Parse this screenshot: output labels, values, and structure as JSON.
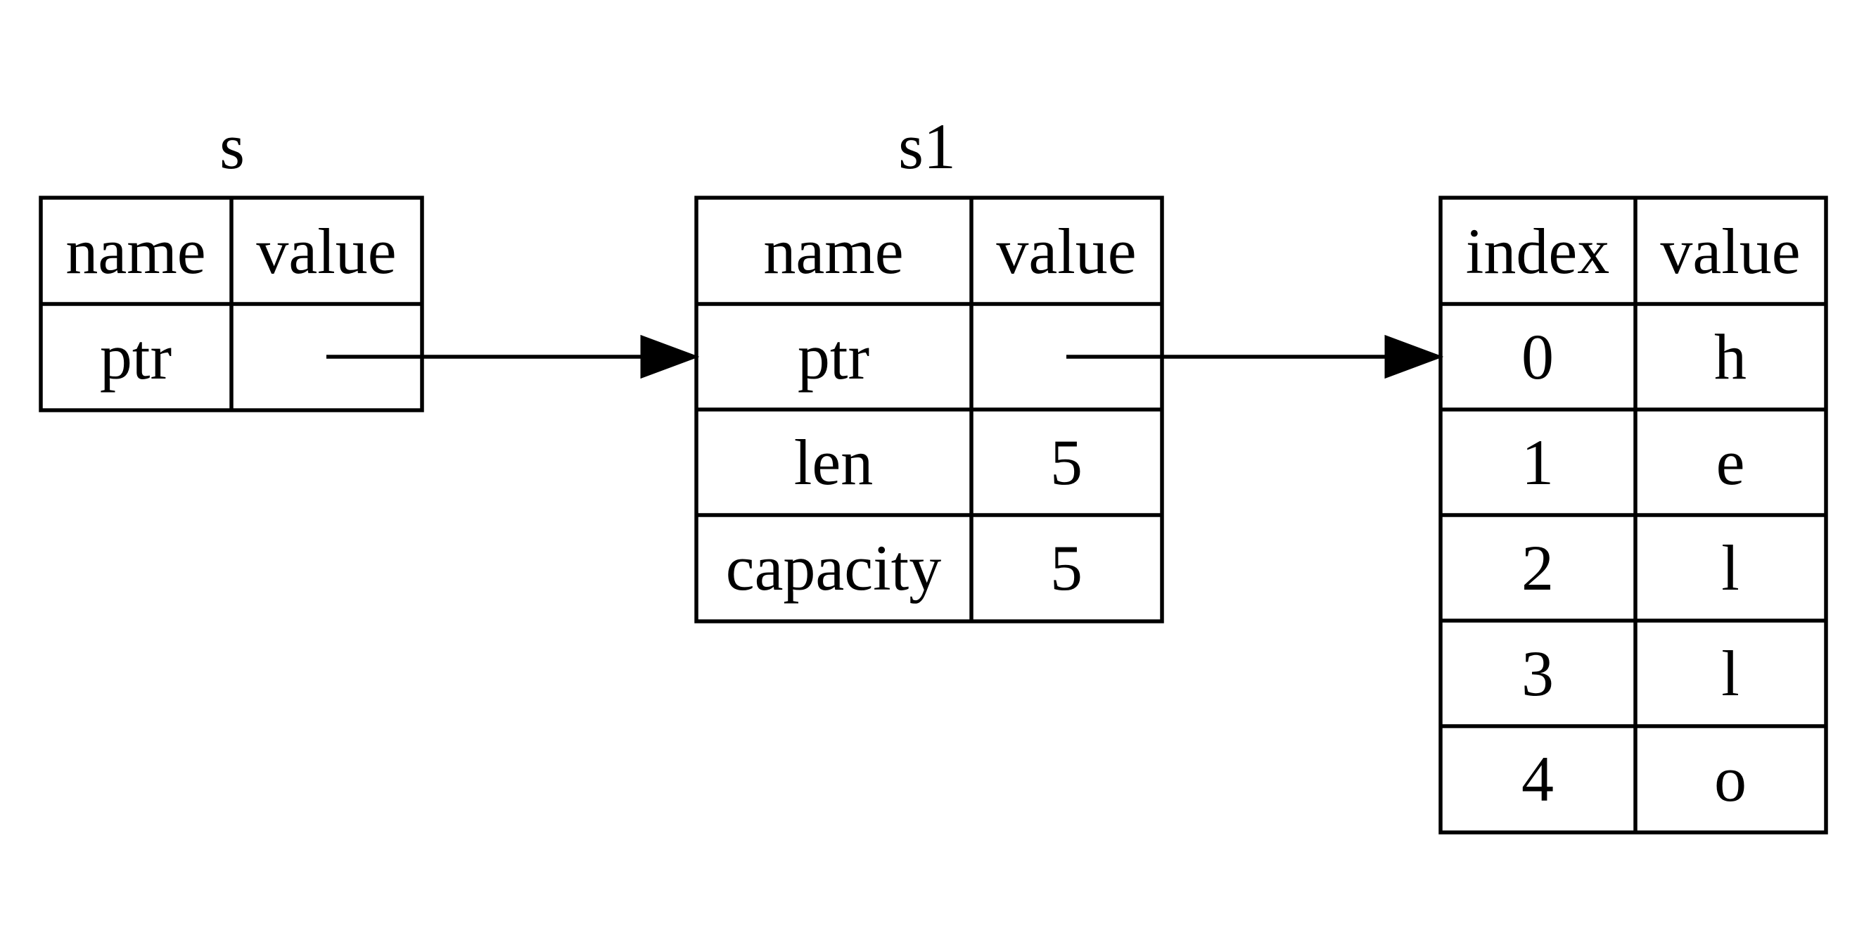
{
  "tables": {
    "s": {
      "title": "s",
      "header": [
        "name",
        "value"
      ],
      "rows": [
        [
          "ptr",
          ""
        ]
      ]
    },
    "s1": {
      "title": "s1",
      "header": [
        "name",
        "value"
      ],
      "rows": [
        [
          "ptr",
          ""
        ],
        [
          "len",
          "5"
        ],
        [
          "capacity",
          "5"
        ]
      ]
    },
    "heap": {
      "title": "",
      "header": [
        "index",
        "value"
      ],
      "rows": [
        [
          "0",
          "h"
        ],
        [
          "1",
          "e"
        ],
        [
          "2",
          "l"
        ],
        [
          "3",
          "l"
        ],
        [
          "4",
          "o"
        ]
      ]
    }
  },
  "edges": [
    {
      "from": "s.ptr",
      "to": "s1.ptr"
    },
    {
      "from": "s1.ptr",
      "to": "heap.0"
    }
  ],
  "colors": {
    "stroke": "#000000",
    "background": "#ffffff"
  }
}
